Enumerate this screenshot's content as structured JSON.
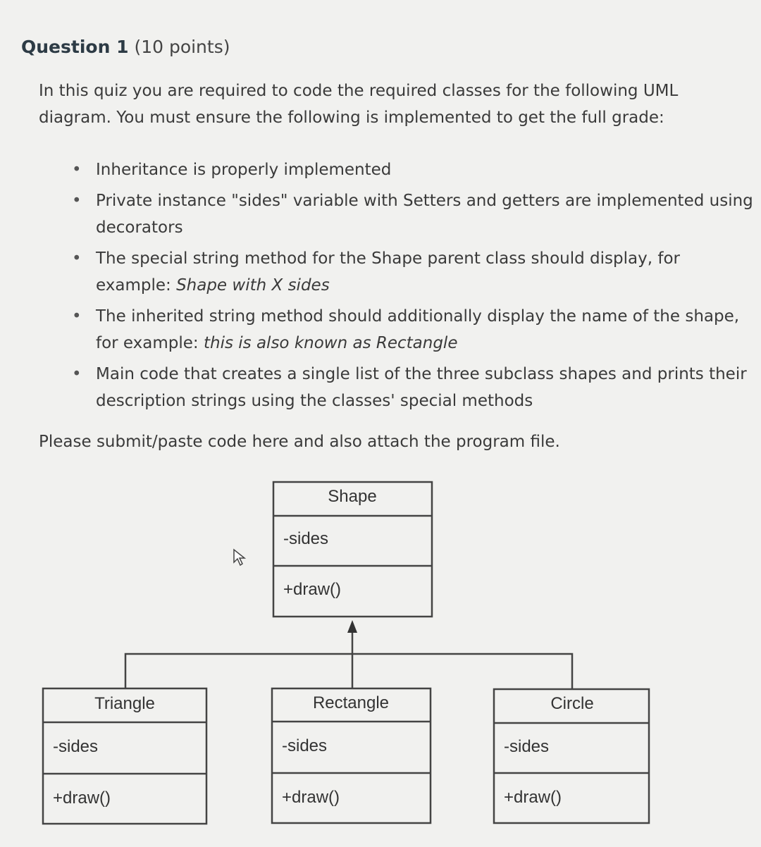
{
  "question": {
    "title": "Question 1",
    "points": "(10 points)"
  },
  "intro": "In this quiz you are required to code the required classes for the following UML diagram. You must ensure the following is implemented to get the full grade:",
  "requirements": [
    {
      "text": "Inheritance is properly implemented"
    },
    {
      "text": "Private instance \"sides\" variable with Setters and getters are implemented using decorators"
    },
    {
      "text": "The special string method for the Shape parent class should display, for example: ",
      "example": "Shape with X sides"
    },
    {
      "text": "The inherited string method should additionally display the name of the shape, for example: ",
      "example": "this is also known as Rectangle"
    },
    {
      "text": "Main code that creates a single list of the three subclass shapes and prints their description strings using the classes' special methods"
    }
  ],
  "submit_note": "Please submit/paste code here and also attach the program file.",
  "uml": {
    "parent": {
      "name": "Shape",
      "attribute": "-sides",
      "method": "+draw()"
    },
    "children": [
      {
        "name": "Triangle",
        "attribute": "-sides",
        "method": "+draw()"
      },
      {
        "name": "Rectangle",
        "attribute": "-sides",
        "method": "+draw()"
      },
      {
        "name": "Circle",
        "attribute": "-sides",
        "method": "+draw()"
      }
    ]
  },
  "colors": {
    "method_green": "#3a6b2e",
    "line": "#444444",
    "text": "#333333"
  }
}
